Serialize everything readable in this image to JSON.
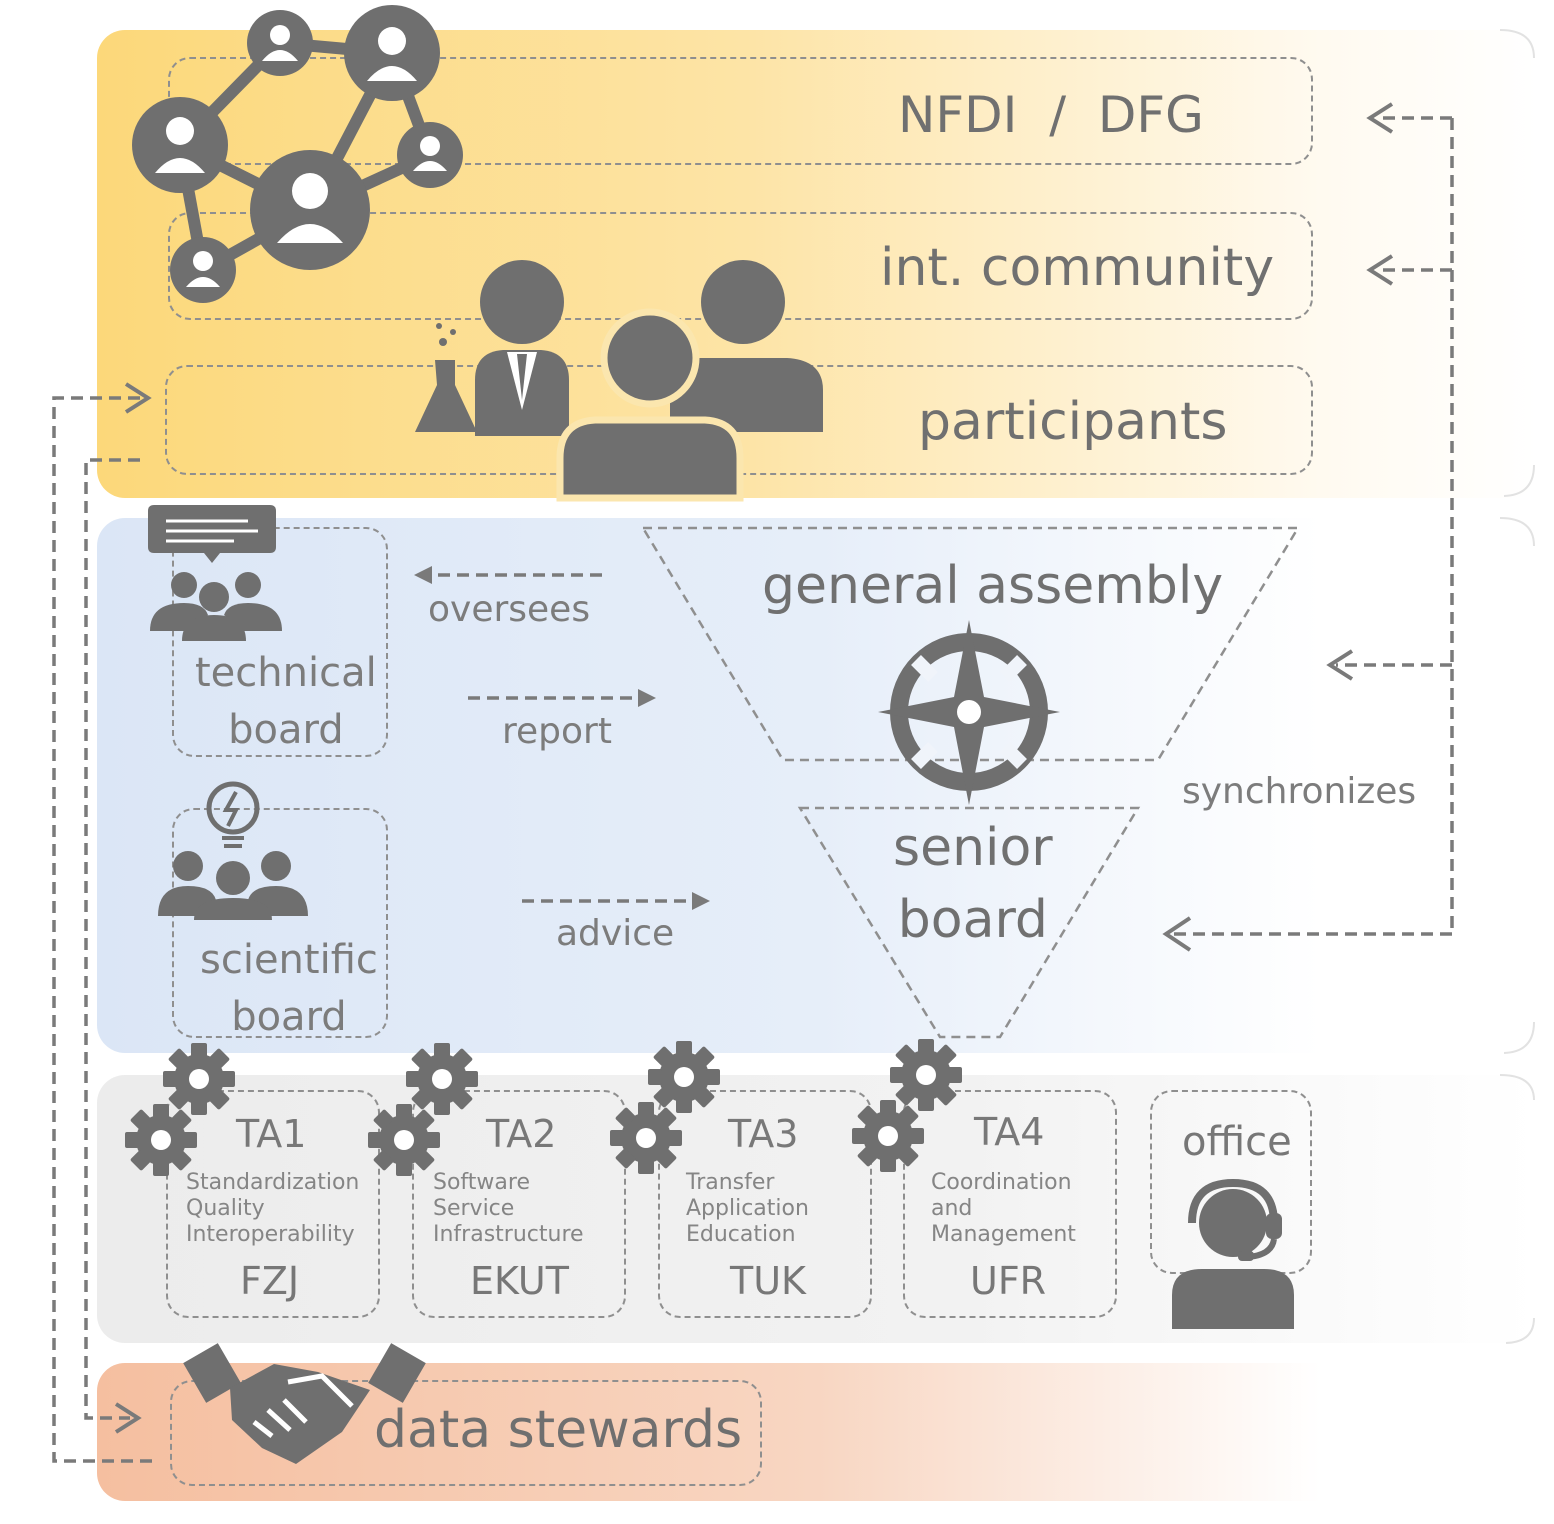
{
  "outer_layers": {
    "nfdi": "NFDI  /  DFG",
    "community": "int. community",
    "participants": "participants"
  },
  "governance": {
    "technical_board": "technical\nboard",
    "scientific_board": "scientific\nboard",
    "general_assembly": "general assembly",
    "senior_board": "senior\nboard",
    "oversees": "oversees",
    "report": "report",
    "advice": "advice",
    "synchronizes": "synchronizes"
  },
  "task_areas": [
    {
      "title": "TA1",
      "subtitle": "Standardization\nQuality\nInteroperability",
      "code": "FZJ"
    },
    {
      "title": "TA2",
      "subtitle": "Software\nService\nInfrastructure",
      "code": "EKUT"
    },
    {
      "title": "TA3",
      "subtitle": "Transfer\nApplication\nEducation",
      "code": "TUK"
    },
    {
      "title": "TA4",
      "subtitle": "Coordination\nand\nManagement",
      "code": "UFR"
    }
  ],
  "office": "office",
  "data_stewards": "data stewards",
  "colors": {
    "yellow_band": "#fcd87a",
    "blue_band": "#dbe6f6",
    "gray_band": "#efefef",
    "salmon_band": "#f6c3a5",
    "icon_gray": "#6f6f6f",
    "dash_gray": "#8f8f8f"
  },
  "icons": [
    "network-icon",
    "scientist-icon",
    "people-group-icon",
    "board-chat-icon",
    "lightbulb-group-icon",
    "compass-icon",
    "gear-icon",
    "headset-agent-icon",
    "handshake-icon"
  ]
}
